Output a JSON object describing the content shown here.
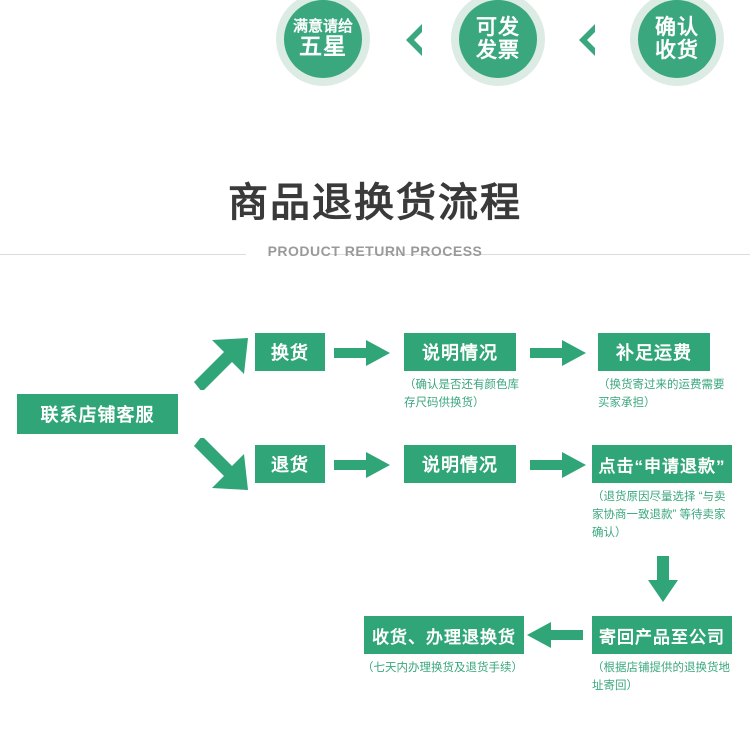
{
  "theme": {
    "green": "#2fa578",
    "green_circle": "#3aa77e",
    "ring": "#dcece4",
    "note_color": "#3aa77e",
    "heading_color": "#3a3a3a",
    "sub_color": "#9a9a9a",
    "rule_color": "#dcdcdc"
  },
  "top_band": {
    "circles": [
      {
        "line1": "满意请给",
        "line2": "五星",
        "style": "two-line-emphasis"
      },
      {
        "line1": "可发",
        "line2": "发票",
        "style": "two-line"
      },
      {
        "line1": "确认",
        "line2": "收货",
        "style": "two-line"
      }
    ],
    "separators": [
      "chevron-left-icon",
      "chevron-left-icon"
    ]
  },
  "header": {
    "title": "商品退换货流程",
    "subtitle": "PRODUCT RETURN PROCESS"
  },
  "flow": {
    "start": {
      "label": "联系店铺客服"
    },
    "branches": [
      {
        "name": "exchange",
        "branch_label": "换货",
        "steps": [
          {
            "label": "说明情况",
            "note": "（确认是否还有颜色库存尺码供换货）"
          },
          {
            "label": "补足运费",
            "note": "（换货寄过来的运费需要买家承担）"
          }
        ]
      },
      {
        "name": "return",
        "branch_label": "退货",
        "steps": [
          {
            "label": "说明情况",
            "note": ""
          },
          {
            "label": "点击“申请退款”",
            "note": "（退货原因尽量选择 “与卖家协商一致退款” 等待卖家确认）"
          }
        ]
      }
    ],
    "tail": [
      {
        "label": "寄回产品至公司",
        "note": "（根据店铺提供的退换货地址寄回）"
      },
      {
        "label": "收货、办理退换货",
        "note": "（七天内办理换货及退货手续）"
      }
    ],
    "arrows": [
      "arrow-up-right-icon",
      "arrow-down-right-icon",
      "arrow-right-icon",
      "arrow-right-icon",
      "arrow-right-icon",
      "arrow-right-icon",
      "arrow-down-icon",
      "arrow-left-icon"
    ]
  }
}
